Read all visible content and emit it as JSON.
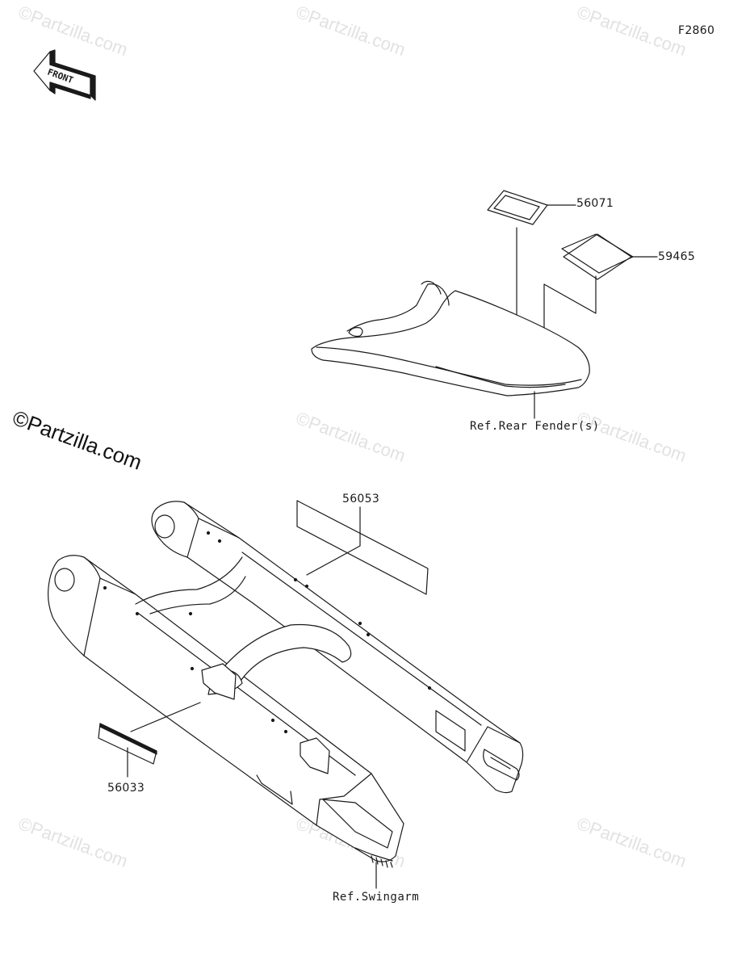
{
  "figure_code": "F2860",
  "front_label": "FRONT",
  "copyright_main": "©Partzilla.com",
  "watermark_text": "©Partzilla.com",
  "parts": {
    "p56071": "56071",
    "p59465": "59465",
    "p56053": "56053",
    "p56033": "56033"
  },
  "refs": {
    "rear_fender": "Ref.Rear Fender(s)",
    "swingarm": "Ref.Swingarm"
  },
  "colors": {
    "line": "#1a1a1a",
    "watermark": "#e2e2e2",
    "background": "#ffffff"
  }
}
